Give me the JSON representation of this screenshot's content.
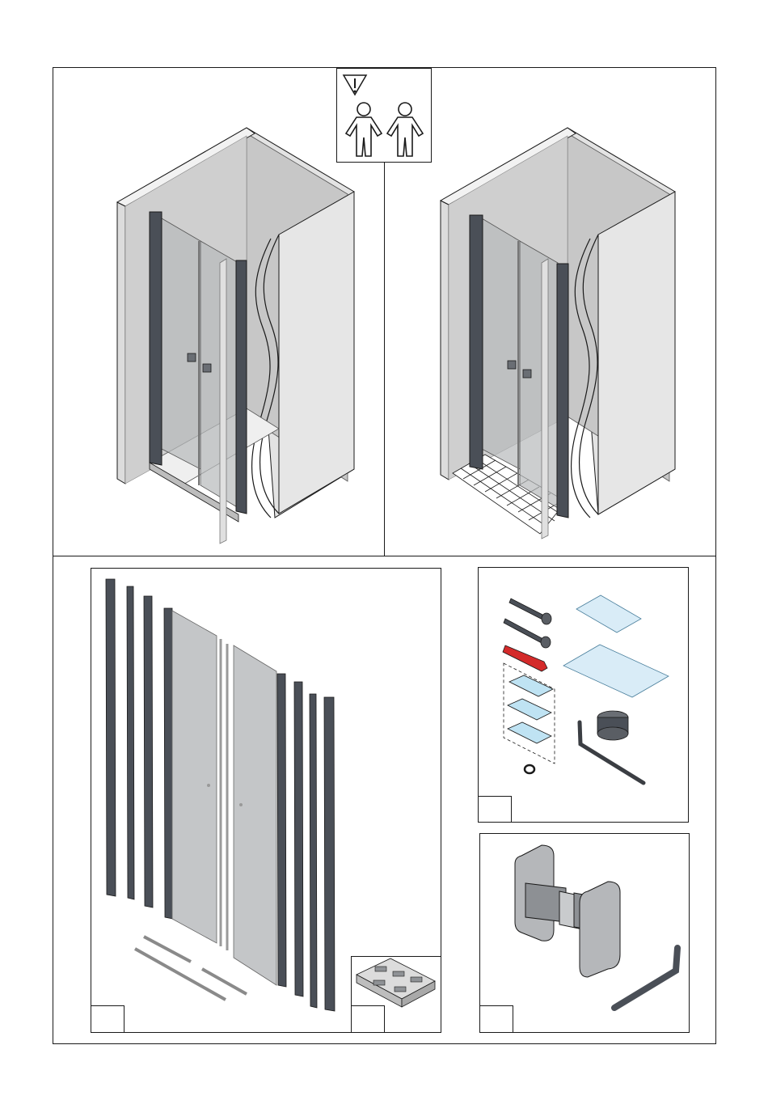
{
  "page": {
    "sheet": "shower-door-assembly-instruction-sheet",
    "notice": {
      "icons": [
        "warning-triangle-icon",
        "person-icon",
        "person-icon"
      ]
    },
    "panels": {
      "top_left": {
        "icon": "shower-installation-on-tray-illustration"
      },
      "top_right": {
        "icon": "shower-installation-on-tiles-illustration"
      },
      "profiles_parts": {
        "icon": "profiles-and-glass-panels-illustration",
        "label": ""
      },
      "end_caps": {
        "icon": "end-cap-blocks-illustration",
        "label": ""
      },
      "hardware": {
        "icon": "screws-plugs-caps-allen-key-illustration",
        "label": ""
      },
      "handle": {
        "icon": "door-knob-handle-and-allen-key-illustration",
        "label": ""
      }
    },
    "colors": {
      "outline": "#1a1a1a",
      "profile": "#4a4f57",
      "glass": "#c9cbcd",
      "wall": "#e3e3e3",
      "plug_red": "#d42a2a",
      "pad_blue": "#bfe3f3"
    }
  }
}
